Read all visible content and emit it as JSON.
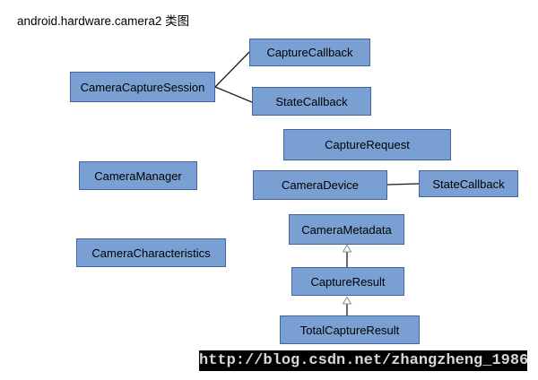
{
  "title": "android.hardware.camera2 类图",
  "watermark": "http://blog.csdn.net/zhangzheng_1986",
  "colors": {
    "box_fill": "#7aa0d3",
    "box_border": "#42659f",
    "line_color": "#1a1a1a",
    "arrowhead_stroke": "#8f8f8f",
    "watermark_bg": "#000000",
    "watermark_text": "#d8d8cf"
  },
  "nodes": {
    "camera_capture_session": {
      "label": "CameraCaptureSession"
    },
    "capture_callback": {
      "label": "CaptureCallback"
    },
    "state_callback_session": {
      "label": "StateCallback"
    },
    "capture_request": {
      "label": "CaptureRequest"
    },
    "camera_manager": {
      "label": "CameraManager"
    },
    "camera_device": {
      "label": "CameraDevice"
    },
    "state_callback_device": {
      "label": "StateCallback"
    },
    "camera_characteristics": {
      "label": "CameraCharacteristics"
    },
    "camera_metadata": {
      "label": "CameraMetadata"
    },
    "capture_result": {
      "label": "CaptureResult"
    },
    "total_capture_result": {
      "label": "TotalCaptureResult"
    }
  },
  "relations": [
    {
      "from": "camera_capture_session",
      "to": "capture_callback",
      "type": "association"
    },
    {
      "from": "camera_capture_session",
      "to": "state_callback_session",
      "type": "association"
    },
    {
      "from": "camera_device",
      "to": "state_callback_device",
      "type": "association"
    },
    {
      "from": "capture_result",
      "to": "camera_metadata",
      "type": "inheritance"
    },
    {
      "from": "total_capture_result",
      "to": "capture_result",
      "type": "inheritance"
    }
  ]
}
